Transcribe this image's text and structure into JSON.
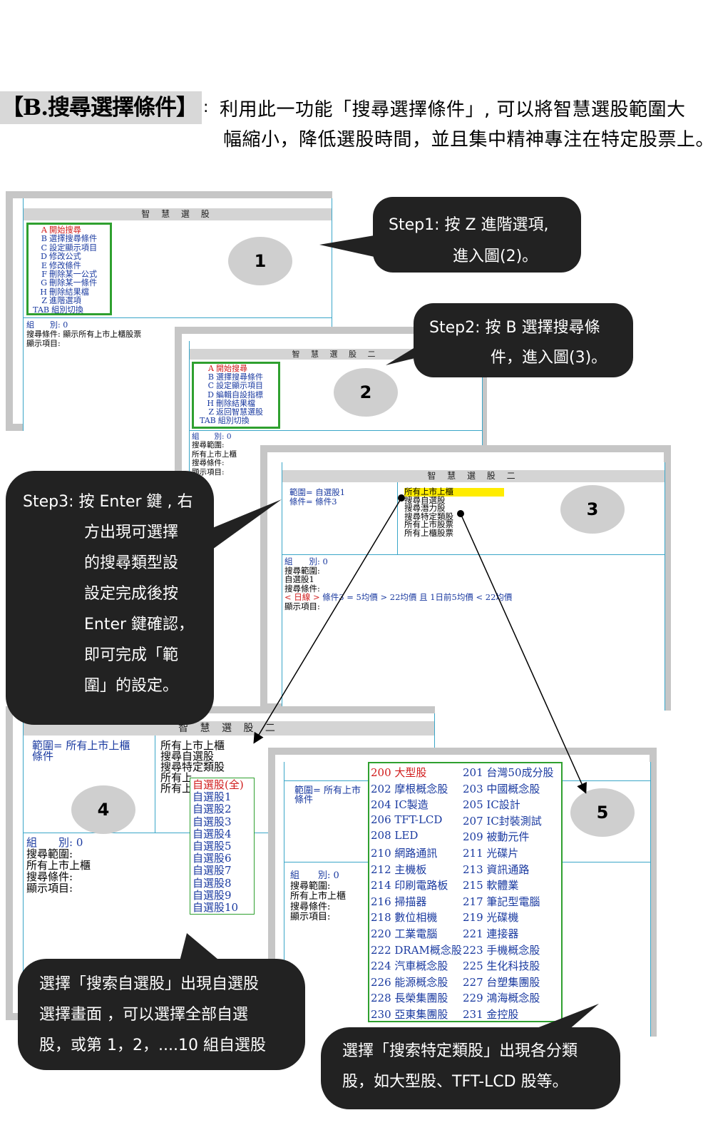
{
  "header": {
    "tag": "【B.搜尋選擇條件】",
    "colon": ":",
    "line1": "利用此一功能「搜尋選擇條件」, 可以將智慧選股範圍大",
    "line2": "幅縮小，降低選股時間，並且集中精神專注在特定股票上。"
  },
  "steps": {
    "s1": {
      "num": "1",
      "text1": "Step1:  按 Z 進階選項,",
      "text2": "進入圖(2)。"
    },
    "s2": {
      "num": "2",
      "text1": "Step2:  按 B 選擇搜尋條",
      "text2": "件，進入圖(3)。"
    },
    "s3": {
      "num": "3",
      "lines": [
        "Step3:  按 Enter 鍵 , 右",
        "方出現可選擇",
        "的搜尋類型設",
        "設定完成後按",
        "Enter 鍵確認，",
        "即可完成「範",
        "圍」的設定。"
      ]
    },
    "s4": {
      "num": "4",
      "lines": [
        "選擇「搜索自選股」出現自選股",
        "選擇畫面 ，可以選擇全部自選",
        "股，或第 1，2，....10 組自選股"
      ]
    },
    "s5": {
      "num": "5",
      "lines": [
        "選擇「搜索特定類股」出現各分類",
        "股，如大型股、TFT-LCD 股等。"
      ]
    }
  },
  "screen1": {
    "title": "智 慧 選 股",
    "menu": [
      {
        "key": "A",
        "label": "開始搜尋",
        "color": "red"
      },
      {
        "key": "B",
        "label": "選擇搜尋條件",
        "color": "blue"
      },
      {
        "key": "C",
        "label": "設定顯示項目",
        "color": "blue"
      },
      {
        "key": "D",
        "label": "修改公式",
        "color": "blue"
      },
      {
        "key": "E",
        "label": "修改條件",
        "color": "blue"
      },
      {
        "key": "F",
        "label": "刪除某一公式",
        "color": "blue"
      },
      {
        "key": "G",
        "label": "刪除某一條件",
        "color": "blue"
      },
      {
        "key": "H",
        "label": "刪除結果檔",
        "color": "blue"
      },
      {
        "key": "Z",
        "label": "進階選項",
        "color": "blue"
      },
      {
        "key": "TAB",
        "label": "組別切換",
        "color": "blue"
      }
    ],
    "group": "組　　別: 0",
    "cond": "搜尋條件: 顯示所有上市上櫃股票",
    "show": "顯示項目:"
  },
  "screen2": {
    "title": "智 慧 選 股 二",
    "menu": [
      {
        "key": "A",
        "label": "開始搜尋",
        "color": "red"
      },
      {
        "key": "B",
        "label": "選擇搜尋條件",
        "color": "blue"
      },
      {
        "key": "C",
        "label": "設定顯示項目",
        "color": "blue"
      },
      {
        "key": "D",
        "label": "編輯自設指標",
        "color": "blue"
      },
      {
        "key": "H",
        "label": "刪除結果檔",
        "color": "blue"
      },
      {
        "key": "Z",
        "label": "返回智慧選股",
        "color": "blue"
      },
      {
        "key": "TAB",
        "label": "組別切換",
        "color": "blue"
      }
    ],
    "group": "組　　別: 0",
    "range_label": "搜尋範圍:",
    "range_val": "所有上市上櫃",
    "cond": "搜尋條件:",
    "show": "顯示項目:"
  },
  "screen3": {
    "title": "智 慧 選 股 二",
    "range": "範圍= 自選股1",
    "cond": "條件= 條件3",
    "options": [
      "所有上市上櫃",
      "搜尋自選股",
      "搜尋潛力股",
      "搜尋特定類股",
      "所有上市股票",
      "所有上櫃股票"
    ],
    "group": "組　　別: 0",
    "range_label": "搜尋範圍:",
    "range_val": "自選股1",
    "cond_label": "搜尋條件:",
    "cond_tag": "< 日線 >",
    "cond_val": "條件3 = 5均價 > 22均價 且 1日前5均價 < 22均價",
    "show": "顯示項目:"
  },
  "screen4": {
    "title": "智 慧 選 股 二",
    "range": "範圍= 所有上市上櫃",
    "cond": "條件",
    "options": [
      "所有上市上櫃",
      "搜尋自選股",
      "搜尋特定類股",
      "所有上",
      "所有上"
    ],
    "picker": [
      "自選股(全)",
      "自選股1",
      "自選股2",
      "自選股3",
      "自選股4",
      "自選股5",
      "自選股6",
      "自選股7",
      "自選股8",
      "自選股9",
      "自選股10"
    ],
    "group": "組　　別: 0",
    "range_label": "搜尋範圍:",
    "range_val": "所有上市上櫃",
    "cond_label": "搜尋條件:",
    "show": "顯示項目:"
  },
  "screen5": {
    "range": "範圍= 所有上市",
    "cond": "條件",
    "group": "組　　別: 0",
    "range_label": "搜尋範圍:",
    "range_val": "所有上市上櫃",
    "cond_label": "搜尋條件:",
    "show": "顯示項目:",
    "left": [
      {
        "code": "200",
        "name": "大型股"
      },
      {
        "code": "202",
        "name": "摩根概念股"
      },
      {
        "code": "204",
        "name": "IC製造"
      },
      {
        "code": "206",
        "name": "TFT-LCD"
      },
      {
        "code": "208",
        "name": "LED"
      },
      {
        "code": "210",
        "name": "網路通訊"
      },
      {
        "code": "212",
        "name": "主機板"
      },
      {
        "code": "214",
        "name": "印刷電路板"
      },
      {
        "code": "216",
        "name": "掃描器"
      },
      {
        "code": "218",
        "name": "數位相機"
      },
      {
        "code": "220",
        "name": "工業電腦"
      },
      {
        "code": "222",
        "name": "DRAM概念股"
      },
      {
        "code": "224",
        "name": "汽車概念股"
      },
      {
        "code": "226",
        "name": "能源概念股"
      },
      {
        "code": "228",
        "name": "長榮集團股"
      },
      {
        "code": "230",
        "name": "亞東集團股"
      }
    ],
    "right": [
      {
        "code": "201",
        "name": "台灣50成分股"
      },
      {
        "code": "203",
        "name": "中國概念股"
      },
      {
        "code": "205",
        "name": "IC設計"
      },
      {
        "code": "207",
        "name": "IC封裝測試"
      },
      {
        "code": "209",
        "name": "被動元件"
      },
      {
        "code": "211",
        "name": "光碟片"
      },
      {
        "code": "213",
        "name": "資訊通路"
      },
      {
        "code": "215",
        "name": "軟體業"
      },
      {
        "code": "217",
        "name": "筆記型電腦"
      },
      {
        "code": "219",
        "name": "光碟機"
      },
      {
        "code": "221",
        "name": "連接器"
      },
      {
        "code": "223",
        "name": "手機概念股"
      },
      {
        "code": "225",
        "name": "生化科技股"
      },
      {
        "code": "227",
        "name": "台塑集團股"
      },
      {
        "code": "229",
        "name": "鴻海概念股"
      },
      {
        "code": "231",
        "name": "金控股"
      }
    ]
  }
}
